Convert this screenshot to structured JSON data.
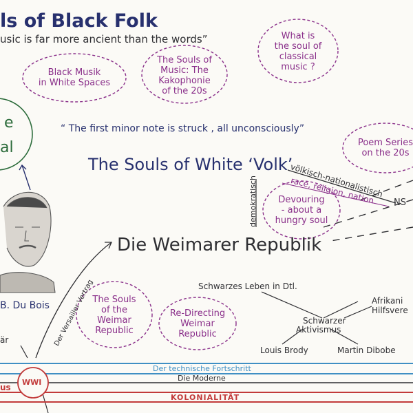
{
  "headings": {
    "souls_black_folk": "ls of Black Folk",
    "souls_white_volk": "The Souls of White ‘Volk’",
    "weimar": "Die Weimarer Republik"
  },
  "quotes": {
    "music_ancient": "usic is far more ancient than the words”",
    "minor_note": "“ The first minor note is struck , all unconsciously”"
  },
  "clouds": {
    "black_musik": [
      "Black Musik",
      "in White Spaces"
    ],
    "souls_of_music": [
      "The Souls of",
      "Music: The",
      "Kakophonie",
      "of the 20s"
    ],
    "soul_classical": [
      "What is",
      "the soul of",
      "classical",
      "music ?"
    ],
    "poem_series": [
      "Poem Series",
      "on the 20s"
    ],
    "devouring": [
      "Devouring",
      "- about a",
      "hungry soul"
    ],
    "souls_weimar": [
      "The Souls",
      "of the",
      "Weimar",
      "Republic"
    ],
    "redirecting": [
      "Re-Directing",
      "Weimar",
      "Republic"
    ]
  },
  "circle_fragment": [
    "e",
    "al"
  ],
  "portrait_caption": "B. Du Bois",
  "wwi": "WWI",
  "left_fragments": {
    "ar": "är",
    "us": "us"
  },
  "volk_branch": {
    "voelkisch": "völkisch-nationalistisch",
    "race": "race, religion, nation",
    "ns": "NS",
    "demokratisch": "demokratisch"
  },
  "versailler": "Der Versailler Vertrag",
  "network": {
    "schwarzes_leben": "Schwarzes Leben in Dtl.",
    "afrikanische": "Afrikani",
    "hilfsverein": "Hilfsvere",
    "schwarzer": "Schwarzer",
    "aktivismus": "Aktivismus",
    "louis_brody": "Louis Brody",
    "martin_dibobe": "Martin Dibobe"
  },
  "timeline": {
    "technisch": "Der technische Fortschritt",
    "moderne": "Die Moderne",
    "kolonialitaet": "KOLONIALITÄT"
  },
  "colors": {
    "navy": "#27306e",
    "purple": "#8a2f8a",
    "green": "#2b6b3a",
    "red": "#c23a3a",
    "blue_line": "#3f8fc4"
  }
}
